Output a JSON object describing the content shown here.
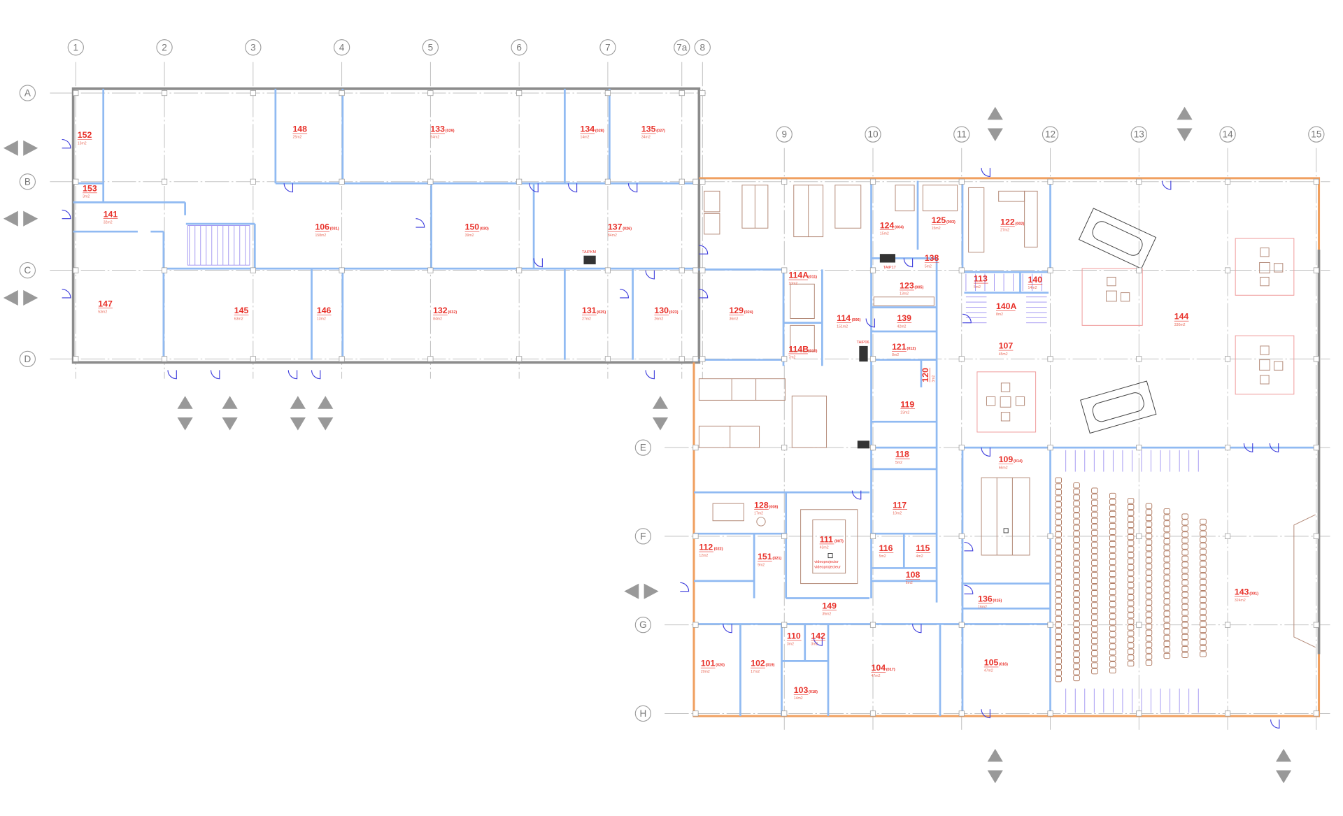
{
  "colors": {
    "room_label": "#e8312a",
    "interior_wall": "#90baf2",
    "exterior_wall_new": "#f0a060",
    "exterior_wall_old": "#8c8c8c",
    "door": "#3b3bdc",
    "furniture": "#b48a78"
  },
  "grid": {
    "columns_left": [
      "1",
      "2",
      "3",
      "4",
      "5",
      "6",
      "7",
      "7a",
      "8"
    ],
    "columns_right": [
      "9",
      "10",
      "11",
      "12",
      "13",
      "14",
      "15"
    ],
    "rows_left": [
      "A",
      "B",
      "C",
      "D"
    ],
    "rows_right": [
      "E",
      "F",
      "G",
      "H"
    ]
  },
  "rooms": [
    {
      "id": "152",
      "code": "",
      "area": "13m2"
    },
    {
      "id": "153",
      "code": "",
      "area": "3m2"
    },
    {
      "id": "141",
      "code": "",
      "area": "32m2"
    },
    {
      "id": "148",
      "code": "",
      "area": "25m2"
    },
    {
      "id": "133",
      "code": "(029)",
      "area": "54m2"
    },
    {
      "id": "134",
      "code": "(028)",
      "area": "14m2"
    },
    {
      "id": "135",
      "code": "(027)",
      "area": "34m2"
    },
    {
      "id": "106",
      "code": "(031)",
      "area": "158m2"
    },
    {
      "id": "150",
      "code": "(030)",
      "area": "39m2"
    },
    {
      "id": "137",
      "code": "(026)",
      "area": "84m2"
    },
    {
      "id": "147",
      "code": "",
      "area": "53m2"
    },
    {
      "id": "145",
      "code": "",
      "area": "63m2"
    },
    {
      "id": "146",
      "code": "",
      "area": "13m2"
    },
    {
      "id": "132",
      "code": "(032)",
      "area": "84m2"
    },
    {
      "id": "131",
      "code": "(025)",
      "area": "27m2"
    },
    {
      "id": "130",
      "code": "(023)",
      "area": "26m2"
    },
    {
      "id": "129",
      "code": "(024)",
      "area": "36m2"
    },
    {
      "id": "114A",
      "code": "(011)",
      "area": "10m2"
    },
    {
      "id": "114B",
      "code": "(010)",
      "area": "7m2"
    },
    {
      "id": "114",
      "code": "(006)",
      "area": "151m2"
    },
    {
      "id": "124",
      "code": "(004)",
      "area": "15m2"
    },
    {
      "id": "125",
      "code": "(003)",
      "area": "15m2"
    },
    {
      "id": "122",
      "code": "(002)",
      "area": "27m2"
    },
    {
      "id": "138",
      "code": "",
      "area": "5m2"
    },
    {
      "id": "123",
      "code": "(005)",
      "area": "13m2"
    },
    {
      "id": "113",
      "code": "",
      "area": "5m2"
    },
    {
      "id": "140",
      "code": "",
      "area": "14m2"
    },
    {
      "id": "140A",
      "code": "",
      "area": "8m2"
    },
    {
      "id": "139",
      "code": "",
      "area": "42m2"
    },
    {
      "id": "107",
      "code": "",
      "area": "45m2"
    },
    {
      "id": "121",
      "code": "(012)",
      "area": "8m2"
    },
    {
      "id": "120",
      "code": "",
      "area": "3m2"
    },
    {
      "id": "119",
      "code": "",
      "area": "23m2"
    },
    {
      "id": "118",
      "code": "",
      "area": "5m2"
    },
    {
      "id": "117",
      "code": "",
      "area": "10m2"
    },
    {
      "id": "116",
      "code": "",
      "area": "5m2"
    },
    {
      "id": "115",
      "code": "",
      "area": "4m2"
    },
    {
      "id": "108",
      "code": "",
      "area": "6m2"
    },
    {
      "id": "109",
      "code": "(014)",
      "area": "66m2"
    },
    {
      "id": "111",
      "code": "(007)",
      "area": "43m2"
    },
    {
      "id": "128",
      "code": "(008)",
      "area": "17m2"
    },
    {
      "id": "112",
      "code": "(022)",
      "area": "12m2"
    },
    {
      "id": "151",
      "code": "(021)",
      "area": "9m2"
    },
    {
      "id": "149",
      "code": "",
      "area": "35m2"
    },
    {
      "id": "136",
      "code": "(015)",
      "area": "16m2"
    },
    {
      "id": "110",
      "code": "",
      "area": "3m2"
    },
    {
      "id": "142",
      "code": "",
      "area": "3m2"
    },
    {
      "id": "101",
      "code": "(020)",
      "area": "20m2"
    },
    {
      "id": "102",
      "code": "(019)",
      "area": "17m2"
    },
    {
      "id": "103",
      "code": "(018)",
      "area": "14m2"
    },
    {
      "id": "104",
      "code": "(017)",
      "area": "47m2"
    },
    {
      "id": "105",
      "code": "(016)",
      "area": "47m2"
    },
    {
      "id": "143",
      "code": "(001)",
      "area": "324m2"
    },
    {
      "id": "144",
      "code": "",
      "area": "330m2"
    }
  ],
  "equipment": {
    "printer_1": "TAIPKM",
    "printer_2": "TAIP17",
    "printer_3": "TAIP06",
    "projector_line_1": "videoprojector",
    "projector_line_2": "videoprojecteur"
  }
}
